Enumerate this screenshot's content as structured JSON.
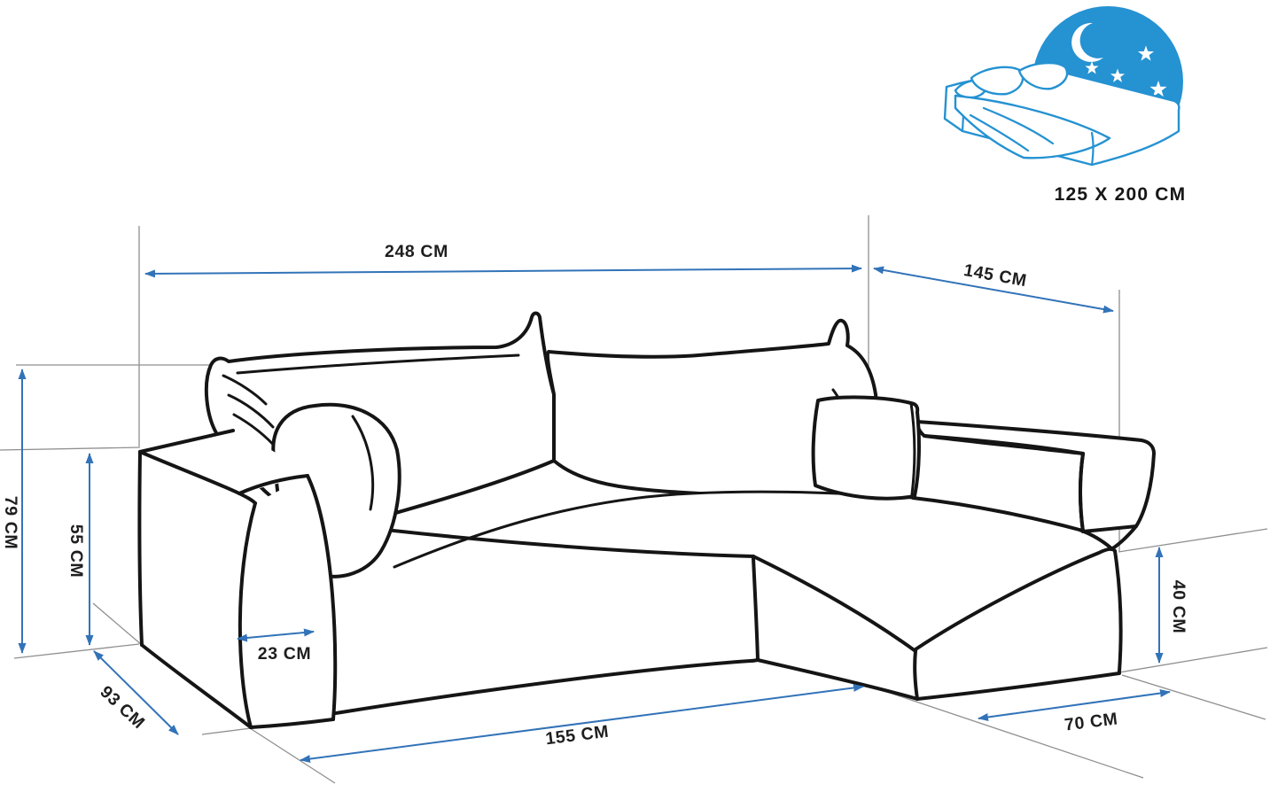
{
  "diagram_title": "corner-sofa-bed-dimensions",
  "sleeping_area": {
    "label": "125 X 200 CM",
    "icons": [
      "moon-icon",
      "star-icon",
      "bed-icon"
    ]
  },
  "dimensions": {
    "total_width": {
      "label": "248 CM"
    },
    "total_depth": {
      "label": "145 CM"
    },
    "total_height": {
      "label": "79 CM"
    },
    "armrest_height": {
      "label": "55 CM"
    },
    "armrest_width": {
      "label": "23 CM"
    },
    "side_depth": {
      "label": "93 CM"
    },
    "seat_length": {
      "label": "155 CM"
    },
    "chaise_width": {
      "label": "70 CM"
    },
    "chaise_seat_height": {
      "label": "40 CM"
    }
  },
  "colors": {
    "dimension_blue": "#3273b8",
    "icon_blue": "#2592d2",
    "drawing_black": "#151515",
    "extension_gray": "#8f8f8f"
  }
}
